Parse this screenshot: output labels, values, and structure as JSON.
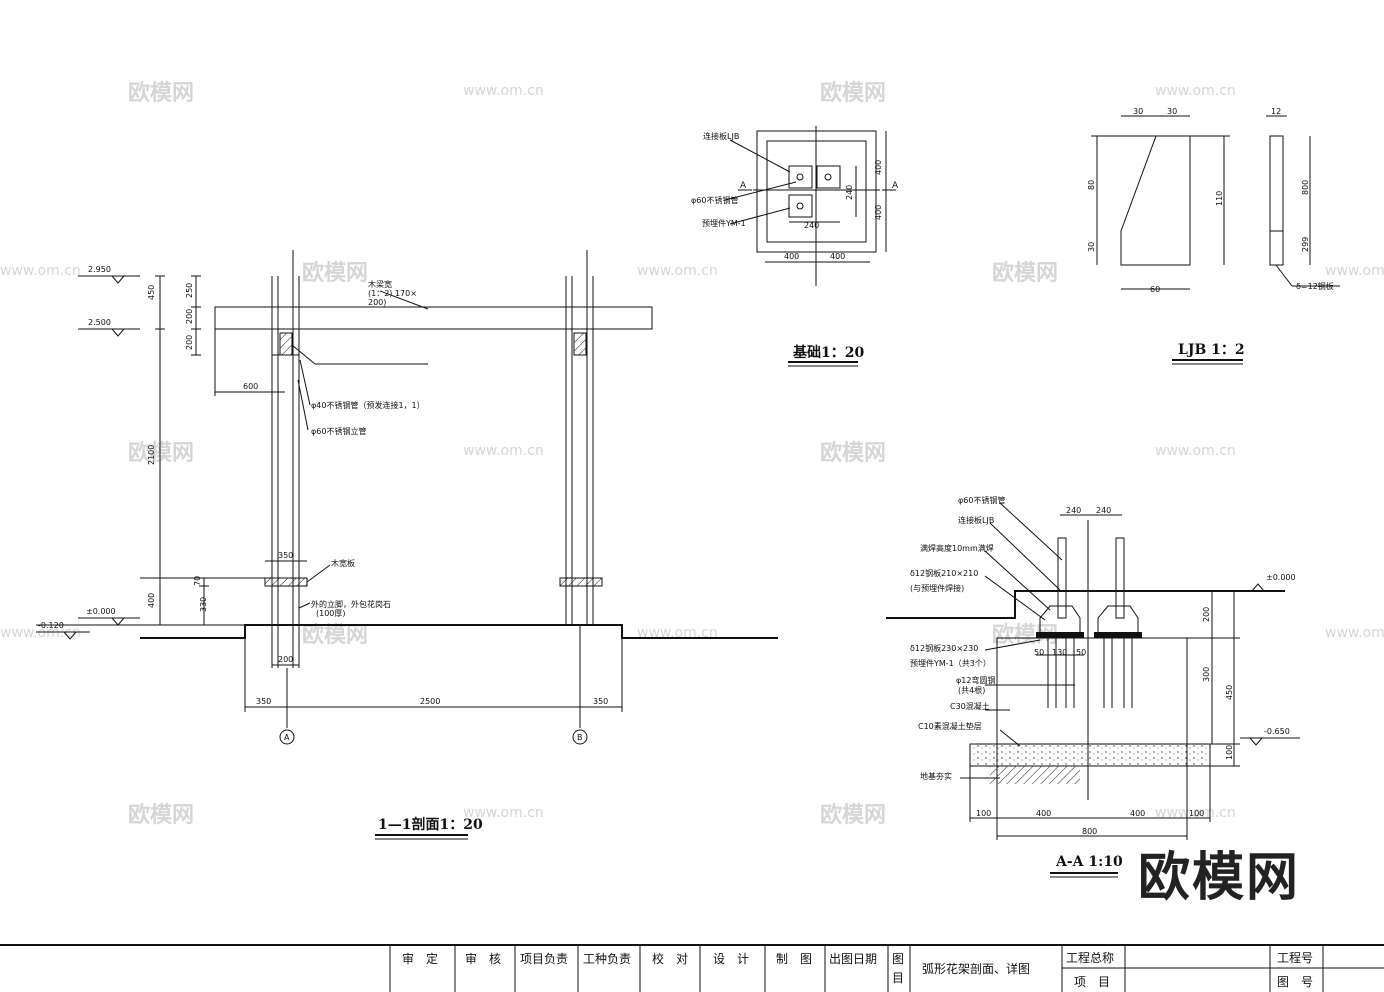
{
  "watermark": {
    "brand": "欧模网",
    "url": "www.om.cn",
    "logo_text": "欧模网"
  },
  "section_view": {
    "title": "1—1剖面1：20",
    "levels": [
      "2.950",
      "2.500",
      "±0.000",
      "-0.120"
    ],
    "dims_left": [
      "450",
      "250",
      "200",
      "200",
      "2100",
      "400",
      "70",
      "330"
    ],
    "dim_600": "600",
    "dim_350_top": "350",
    "dim_200_bottom": "200",
    "dims_bottom": [
      "350",
      "2500",
      "350"
    ],
    "axes": [
      "A",
      "B"
    ],
    "labels": {
      "beam": [
        "木梁宽",
        "(1：2)  170×",
        "200)"
      ],
      "connector": "φ40不锈钢管（预发连接1，1）",
      "post": "φ60不锈钢立管",
      "seat": "木宽板",
      "footing": [
        "外的立脚，外包花岗石",
        "(100厚)"
      ]
    }
  },
  "foundation_plan": {
    "title": "基础1：20",
    "labels": [
      "连接板LJB",
      "φ60不锈钢管",
      "预埋件YM-1"
    ],
    "dims": [
      "400",
      "400",
      "240",
      "240",
      "400",
      "400"
    ],
    "section_mark": "A"
  },
  "ljb_detail": {
    "title": "LJB 1：2",
    "dims_top": [
      "30",
      "30"
    ],
    "dims_left": [
      "80",
      "30"
    ],
    "dim_right": "110",
    "dim_bottom": "60",
    "side_dims": [
      "12",
      "800",
      "299"
    ],
    "note": "δ=12钢板"
  },
  "aa_section": {
    "title": "A-A 1:10",
    "labels": [
      "φ60不锈钢管",
      "连接板LJB",
      "满焊高度10mm满焊",
      "δ12钢板210×210",
      "(与预埋件焊接)",
      "δ12钢板230×230",
      "预埋件YM-1（共3个）",
      "φ12弯圆钢",
      "(共4根)",
      "C30混凝土",
      "C10素混凝土垫层",
      "地基夯实"
    ],
    "dims_top": [
      "240",
      "240"
    ],
    "dims_small": [
      "50",
      "130",
      "50"
    ],
    "dims_right": [
      "200",
      "300",
      "450",
      "100"
    ],
    "levels": [
      "±0.000",
      "-0.650"
    ],
    "dims_bottom": [
      "100",
      "400",
      "400",
      "100"
    ],
    "dim_total": "800"
  },
  "title_block": {
    "cells": [
      "审　定",
      "审　核",
      "项目负责",
      "工种负责",
      "校　对",
      "设　计",
      "制　图",
      "出图日期",
      "图",
      "目"
    ],
    "drawing_name": "弧形花架剖面、详图",
    "right": [
      "工程总称",
      "项　目",
      "工程号",
      "图　号"
    ]
  }
}
